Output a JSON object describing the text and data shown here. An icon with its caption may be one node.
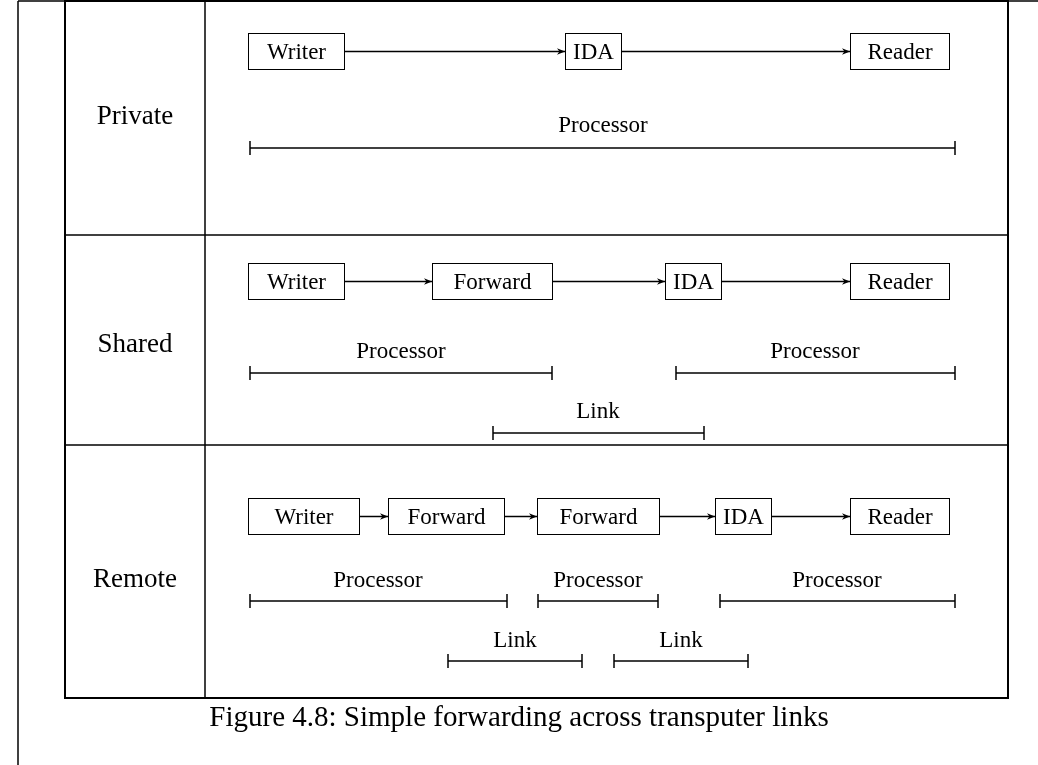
{
  "diagram": {
    "caption": "Figure 4.8: Simple forwarding across transputer links",
    "nodes": [
      {
        "text": [
          "Writer"
        ]
      },
      {
        "text": [
          "IDA"
        ]
      },
      {
        "text": [
          "Reader"
        ]
      },
      {
        "text": [
          "Writer"
        ]
      },
      {
        "text": [
          "Forward"
        ]
      },
      {
        "text": [
          "IDA"
        ]
      },
      {
        "text": [
          "Reader"
        ]
      },
      {
        "text": [
          "Writer"
        ]
      },
      {
        "text": [
          "Forward"
        ]
      },
      {
        "text": [
          "Forward"
        ]
      },
      {
        "text": [
          "IDA"
        ]
      },
      {
        "text": [
          "Reader"
        ]
      }
    ],
    "edges": [
      {
        "from": 0,
        "to": 1,
        "arrow": "to"
      },
      {
        "from": 1,
        "to": 2,
        "arrow": "to"
      },
      {
        "from": 3,
        "to": 4,
        "arrow": "to"
      },
      {
        "from": 4,
        "to": 5,
        "arrow": "to"
      },
      {
        "from": 5,
        "to": 6,
        "arrow": "to"
      },
      {
        "from": 7,
        "to": 8,
        "arrow": "to"
      },
      {
        "from": 8,
        "to": 9,
        "arrow": "to"
      },
      {
        "from": 9,
        "to": 10,
        "arrow": "to"
      },
      {
        "from": 10,
        "to": 11,
        "arrow": "to"
      }
    ],
    "labels": [
      "Private",
      "Processor",
      "Shared",
      "Processor",
      "Processor",
      "Link",
      "Remote",
      "Processor",
      "Processor",
      "Processor",
      "Link",
      "Link"
    ]
  }
}
